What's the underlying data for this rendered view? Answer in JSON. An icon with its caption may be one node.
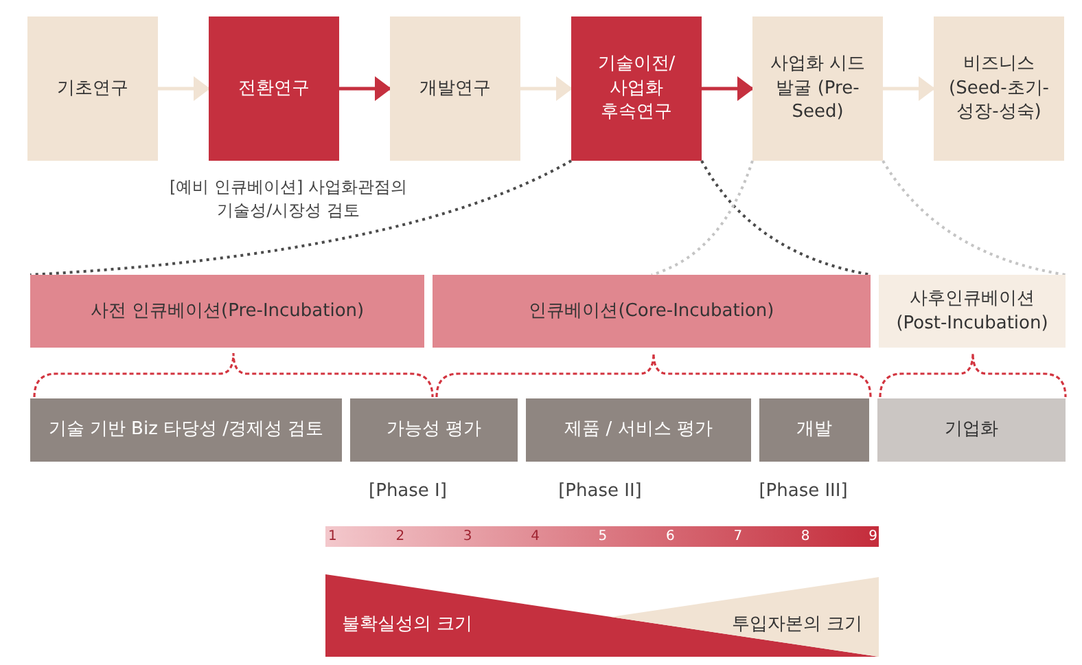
{
  "diagram": {
    "nodes": [
      {
        "text": [
          "기초연구"
        ]
      },
      {
        "text": [
          "전환연구"
        ]
      },
      {
        "text": [
          "개발연구"
        ]
      },
      {
        "text": [
          "기술이전/ 사업화 후속연구"
        ]
      },
      {
        "text": [
          "사업화 시드 발굴 (Pre-Seed)"
        ]
      },
      {
        "text": [
          "비즈니스 (Seed-초기-성장-성숙)"
        ]
      },
      {
        "text": [
          "사전 인큐베이션(Pre-Incubation)"
        ]
      },
      {
        "text": [
          "인큐베이션(Core-Incubation)"
        ]
      },
      {
        "text": [
          "사후인큐베이션 (Post-Incubation)"
        ]
      },
      {
        "text": [
          "기술 기반 Biz 타당성 /경제성 검토"
        ]
      },
      {
        "text": [
          "가능성 평가"
        ]
      },
      {
        "text": [
          "제품 / 서비스 평가"
        ]
      },
      {
        "text": [
          "개발"
        ]
      },
      {
        "text": [
          "기업화"
        ]
      },
      {
        "text": [
          "불확실성의 크기"
        ]
      },
      {
        "text": [
          "투입자본의 크기"
        ]
      }
    ],
    "edges": [
      {
        "from": 0,
        "to": 1,
        "arrow": "to"
      },
      {
        "from": 1,
        "to": 2,
        "arrow": "to",
        "color": "#c5303f"
      },
      {
        "from": 2,
        "to": 3,
        "arrow": "to"
      },
      {
        "from": 3,
        "to": 4,
        "arrow": "to",
        "color": "#c5303f"
      },
      {
        "from": 4,
        "to": 5,
        "arrow": "to"
      },
      {
        "from": 3,
        "to": 6,
        "arrow": "none",
        "style": "dashed",
        "color": "#4a4a4a"
      },
      {
        "from": 3,
        "to": 7,
        "arrow": "none",
        "style": "dashed",
        "color": "#4a4a4a"
      },
      {
        "from": 4,
        "to": 7,
        "arrow": "none",
        "style": "dashed",
        "color": "#c4c4c4"
      },
      {
        "from": 4,
        "to": 8,
        "arrow": "none",
        "style": "dashed",
        "color": "#c4c4c4"
      }
    ],
    "labels": [
      "[예비 인큐베이션] 사업화관점의 기술성/시장성 검토",
      "[Phase I]",
      "[Phase II]",
      "[Phase III]",
      "1",
      "2",
      "3",
      "4",
      "5",
      "6",
      "7",
      "8",
      "9"
    ]
  }
}
